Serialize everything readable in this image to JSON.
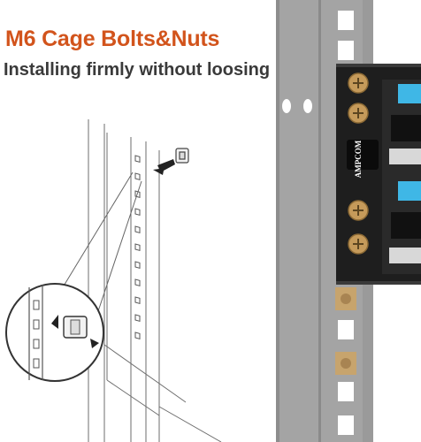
{
  "headline": "M6 Cage Bolts&Nuts",
  "subheadline": "Installing firmly without loosing",
  "brand_logo": "AMPCOM",
  "colors": {
    "headline": "#d2541c",
    "subheadline": "#3a3a3a",
    "rail": "#a4a4a4",
    "panel": "#1e1e1e",
    "port_accent": "#3fb7e6",
    "cage_nut": "#c7a46d"
  },
  "icons": [
    "arrow-icon",
    "cage-nut-icon",
    "magnifier-callout-icon",
    "screw-icon"
  ]
}
